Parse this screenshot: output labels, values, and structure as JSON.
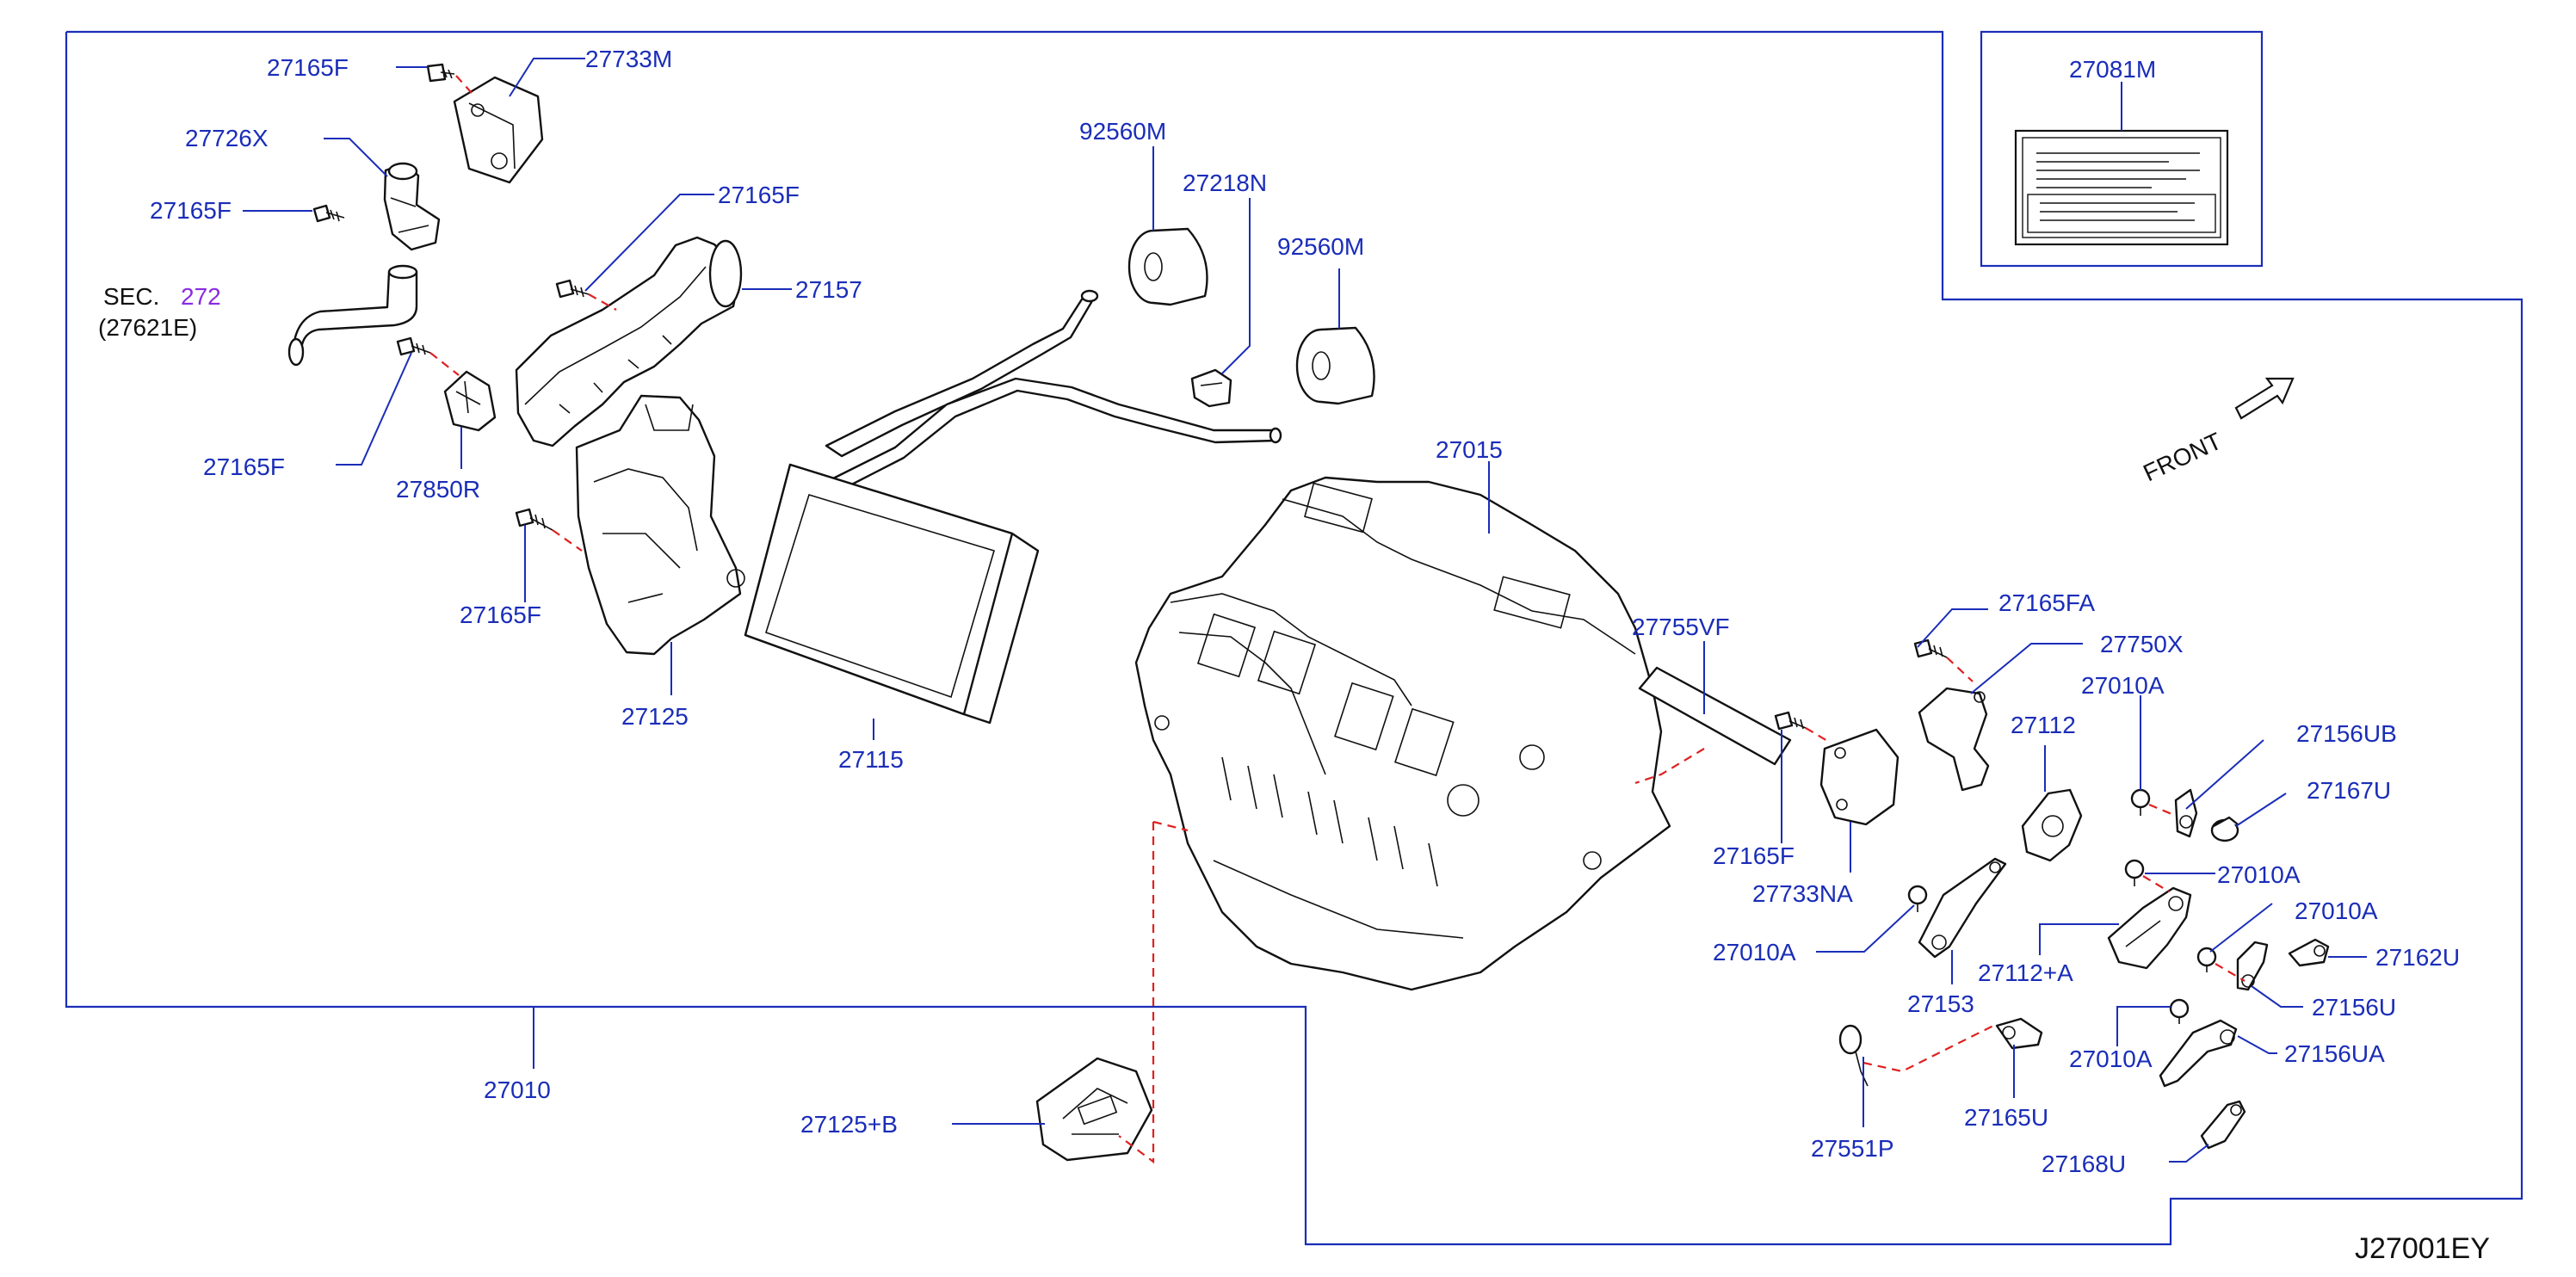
{
  "diagram": {
    "reference_code": "J27001EY",
    "front_label": "FRONT",
    "sec_prefix": "SEC.",
    "sec_number": "272",
    "sec_sub": "(27621E)",
    "colors": {
      "label": "#1a2db8",
      "outline": "#111111",
      "dash": "#e02020",
      "sec_link": "#8a2be2"
    },
    "labels": {
      "p27165F_a": "27165F",
      "p27733M": "27733M",
      "p27726X": "27726X",
      "p27165F_b": "27165F",
      "p27165F_c": "27165F",
      "p27165F_d": "27165F",
      "p27157": "27157",
      "p27850R": "27850R",
      "p27165F_e": "27165F",
      "p27125": "27125",
      "p92560M_a": "92560M",
      "p27218N": "27218N",
      "p92560M_b": "92560M",
      "p27115": "27115",
      "p27015": "27015",
      "p27081M": "27081M",
      "p27755VF": "27755VF",
      "p27165FA": "27165FA",
      "p27750X": "27750X",
      "p27010A_a": "27010A",
      "p27112": "27112",
      "p27156UB": "27156UB",
      "p27167U": "27167U",
      "p27165F_f": "27165F",
      "p27733NA": "27733NA",
      "p27010A_b": "27010A",
      "p27010A_c": "27010A",
      "p27010A_d": "27010A",
      "p27162U": "27162U",
      "p27112A": "27112+A",
      "p27153": "27153",
      "p27156U": "27156U",
      "p27010A_e": "27010A",
      "p27156UA": "27156UA",
      "p27551P": "27551P",
      "p27165U": "27165U",
      "p27168U": "27168U",
      "p27010": "27010",
      "p27125B": "27125+B"
    }
  }
}
